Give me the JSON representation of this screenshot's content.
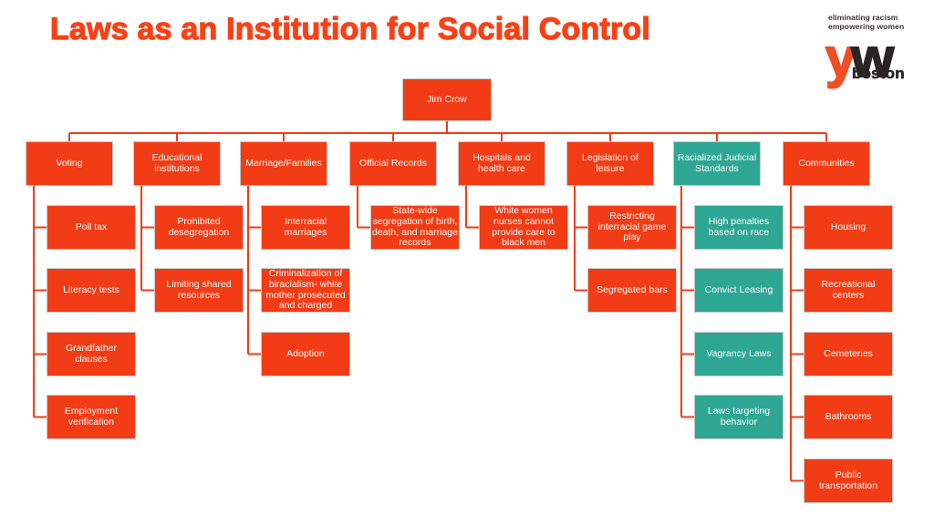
{
  "title": "Laws as an Institution for Social Control",
  "logo": {
    "tagline_line1": "eliminating racism",
    "tagline_line2": "empowering women",
    "wordmark_y": "y",
    "wordmark_w": "w",
    "city": "boston"
  },
  "colors": {
    "background": "#FFFFFF",
    "title": "#FA4116",
    "node_orange": "#F23C15",
    "node_teal": "#2DA794",
    "line": "#F23C15",
    "node_border": "#C9C9C9",
    "node_text": "#FFFFFF",
    "logo_orange": "#F04E23",
    "logo_dark": "#2A2425",
    "logo_tagline": "#3A3335"
  },
  "chart": {
    "root": {
      "label": "Jim Crow",
      "color": "orange"
    },
    "columns": [
      {
        "label": "Voting",
        "color": "orange",
        "children": [
          "Poll tax",
          "Literacy tests",
          "Grandfather clauses",
          "Employment verification"
        ]
      },
      {
        "label": "Educational institutions",
        "color": "orange",
        "children": [
          "Prohibited desegregation",
          "Limiting shared resources"
        ]
      },
      {
        "label": "Marriage/Families",
        "color": "orange",
        "children": [
          "Interracial marriages",
          "Criminalization of biracialism- white mother prosecuted and charged",
          "Adoption"
        ]
      },
      {
        "label": "Official Records",
        "color": "orange",
        "children": [
          "State-wide segregation of birth, death, and marriage records"
        ]
      },
      {
        "label": "Hospitals and health care",
        "color": "orange",
        "children": [
          "White women nurses cannot provide care to black men"
        ]
      },
      {
        "label": "Legislation of leisure",
        "color": "orange",
        "children": [
          "Restricting interracial game play",
          "Segregated bars"
        ]
      },
      {
        "label": "Racialized Judicial Standards",
        "color": "teal",
        "children": [
          "High penalties based on race",
          "Convict Leasing",
          "Vagrancy Laws",
          "Laws targeting behavior"
        ]
      },
      {
        "label": "Communities",
        "color": "orange",
        "children": [
          "Housing",
          "Recreational centers",
          "Cemeteries",
          "Bathrooms",
          "Public transportation"
        ]
      }
    ]
  }
}
